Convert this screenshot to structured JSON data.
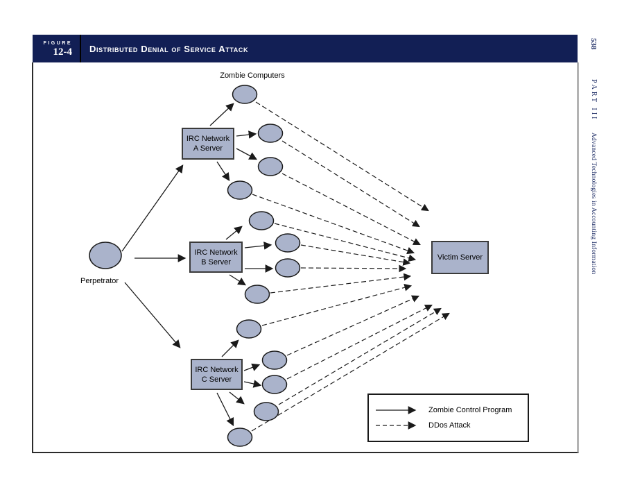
{
  "page_margin": {
    "page_number": "538",
    "part_label": "PART III",
    "part_title": "Advanced Technologies in Accounting Information"
  },
  "header": {
    "figure_eyebrow": "FIGURE",
    "figure_number": "12-4",
    "title": "Distributed Denial of Service Attack"
  },
  "diagram": {
    "zombie_label": "Zombie Computers",
    "perpetrator_label": "Perpetrator",
    "server_a": {
      "line1": "IRC Network",
      "line2": "A Server"
    },
    "server_b": {
      "line1": "IRC Network",
      "line2": "B Server"
    },
    "server_c": {
      "line1": "IRC Network",
      "line2": "C Server"
    },
    "victim_label": "Victim Server"
  },
  "legend": {
    "solid_label": "Zombie Control Program",
    "dashed_label": "DDos Attack"
  },
  "colors": {
    "header_navy": "#121F55",
    "margin_text_navy": "#1B2A63",
    "node_fill": "#AAB3CB",
    "node_border": "#3A3A3A",
    "arrow_black": "#1A1A1A"
  }
}
